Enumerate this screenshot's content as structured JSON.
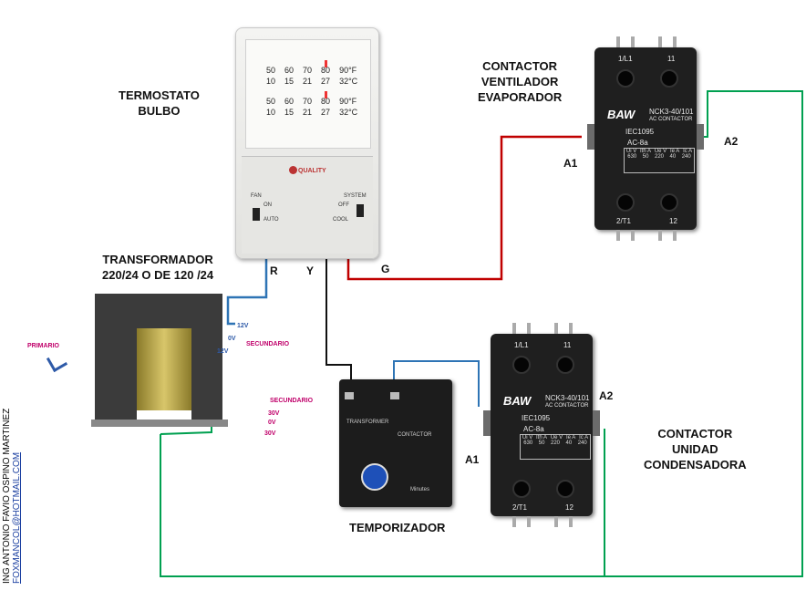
{
  "labels": {
    "thermostat": "TERMOSTATO\nBULBO",
    "transformer": "TRANSFORMADOR\n220/24 O DE 120 /24",
    "contactor_evap": "CONTACTOR\nVENTILADOR\nEVAPORADOR",
    "contactor_cond": "CONTACTOR\nUNIDAD\nCONDENSADORA",
    "timer": "TEMPORIZADOR"
  },
  "terminals": {
    "r": "R",
    "y": "Y",
    "g": "G",
    "a1_evap": "A1",
    "a2_evap": "A2",
    "a1_cond": "A1",
    "a2_cond": "A2"
  },
  "thermostat_face": {
    "scale_f": [
      "50",
      "60",
      "70",
      "80",
      "90°F"
    ],
    "scale_c": [
      "10",
      "15",
      "21",
      "27",
      "32°C"
    ],
    "brand": "QUALITY",
    "fan": "FAN",
    "fan_on": "ON",
    "fan_auto": "AUTO",
    "system": "SYSTEM",
    "system_off": "OFF",
    "system_cool": "COOL"
  },
  "contactor": {
    "brand": "BAW",
    "model": "NCK3-40/101",
    "type": "AC CONTACTOR",
    "standard": "IEC1095",
    "category": "AC-8a",
    "top_left": "1/L1",
    "top_right": "11",
    "bottom_left": "2/T1",
    "bottom_right": "12",
    "spec_headers": [
      "Ui V",
      "Ith A",
      "Ue V",
      "Ie A",
      "Ic A"
    ],
    "spec_values": [
      "630",
      "50",
      "220",
      "40",
      "240"
    ]
  },
  "transformer": {
    "primario": "PRIMARIO",
    "secundario": "SECUNDARIO",
    "v12a": "12V",
    "v0a": "0V",
    "v12b": "12V",
    "v30a": "30V",
    "v0b": "0V",
    "v30b": "30V"
  },
  "timer": {
    "minutes": "Minutes",
    "contactor_word": "CONTACTOR",
    "transformer_word": "TRANSFORMER"
  },
  "credit": {
    "author": "ING ANTONIO FAVIO OSPINO MARTINEZ",
    "email": "FOXMANCOL@HOTMAIL.COM"
  },
  "colors": {
    "wire_r": "#2e74b5",
    "wire_y": "#111111",
    "wire_g": "#c00000",
    "wire_common": "#00a050"
  }
}
